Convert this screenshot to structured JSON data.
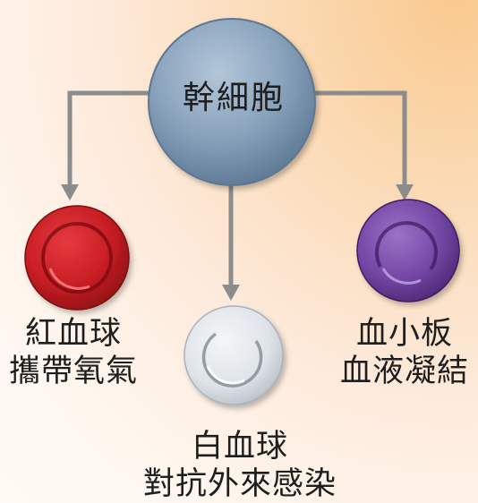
{
  "stem_cell": {
    "label": "幹細胞",
    "color": "#7f9bb7"
  },
  "cells": [
    {
      "id": "red_blood_cell",
      "name": "紅血球",
      "function": "攜帶氧氣",
      "color": "#c81e24"
    },
    {
      "id": "white_blood_cell",
      "name": "白血球",
      "function": "對抗外來感染",
      "color": "#e1e5e8"
    },
    {
      "id": "platelet",
      "name": "血小板",
      "function": "血液凝結",
      "color": "#6b3f9a"
    }
  ],
  "colors": {
    "arrow": "#8c8c8c"
  }
}
